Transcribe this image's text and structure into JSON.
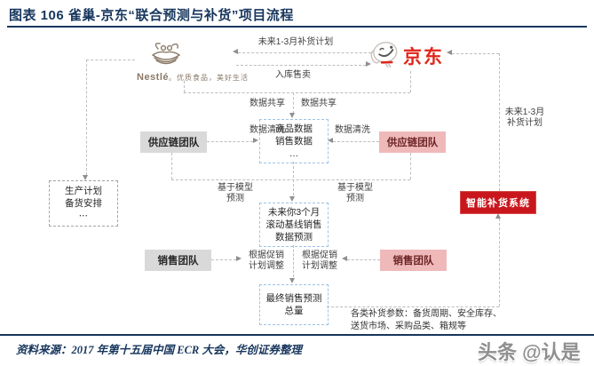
{
  "title": "图表 106  雀巢-京东“联合预测与补货”项目流程",
  "logos": {
    "nestle_brand": "Nestlé",
    "nestle_tagline": "。优质食品，美好生活",
    "jd_brand": "京东"
  },
  "labels": {
    "future_plan_top": "未来1-3月补货计划",
    "inbound_sales": "入库售卖",
    "data_share_left": "数据共享",
    "data_share_right": "数据共享",
    "data_clean_left": "数据清洗",
    "data_clean_right": "数据清洗",
    "model_forecast_left": "基于模型\n预测",
    "model_forecast_right": "基于模型\n预测",
    "promo_adjust_left": "根据促销\n计划调整",
    "promo_adjust_right": "根据促销\n计划调整",
    "future_plan_right": "未来1-3月\n补货计划",
    "replenish_params": "各类补货参数：备货周期、安全库存、\n送货市场、采购品类、箱规等"
  },
  "boxes": {
    "production_plan": "生产计划\n备货安排\n⋯",
    "supply_chain_left": "供应链团队",
    "supply_chain_right": "供应链团队",
    "product_sales_data": "商品数据\n销售数据\n…",
    "rolling_forecast": "未来你3个月\n滚动基线销售\n数据预测",
    "sales_team_left": "销售团队",
    "sales_team_right": "销售团队",
    "final_forecast": "最终销售预测\n总量",
    "smart_replenish": "智能补货系统"
  },
  "footer": {
    "source": "资料来源：2017 年第十五届中国 ECR 大会，华创证券整理",
    "watermark": "头条 @认是"
  },
  "colors": {
    "navy": "#17365d",
    "jd_red": "#e1251b",
    "smart_red": "#c9161d",
    "pink_box": "#efb9ba",
    "gray_box": "#d9d9d9"
  }
}
